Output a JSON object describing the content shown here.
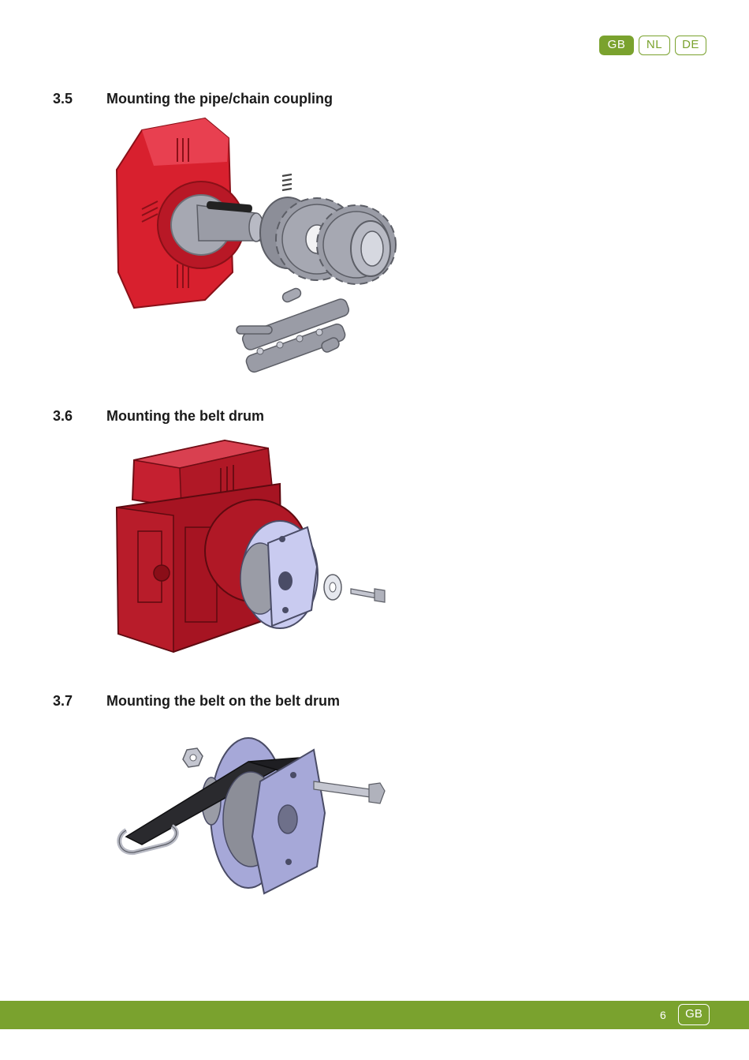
{
  "languages": [
    {
      "code": "GB",
      "active": true
    },
    {
      "code": "NL",
      "active": false
    },
    {
      "code": "DE",
      "active": false
    }
  ],
  "sections": [
    {
      "number": "3.5",
      "title": "Mounting the pipe/chain coupling"
    },
    {
      "number": "3.6",
      "title": "Mounting the belt drum"
    },
    {
      "number": "3.7",
      "title": "Mounting the belt on the belt drum"
    }
  ],
  "footer": {
    "page_number": "6",
    "language": "GB"
  },
  "colors": {
    "accent": "#7aa22e",
    "housing_red": "#d8202e",
    "part_grey": "#9a9ca6",
    "disc_lavender": "#c9cbf0"
  }
}
